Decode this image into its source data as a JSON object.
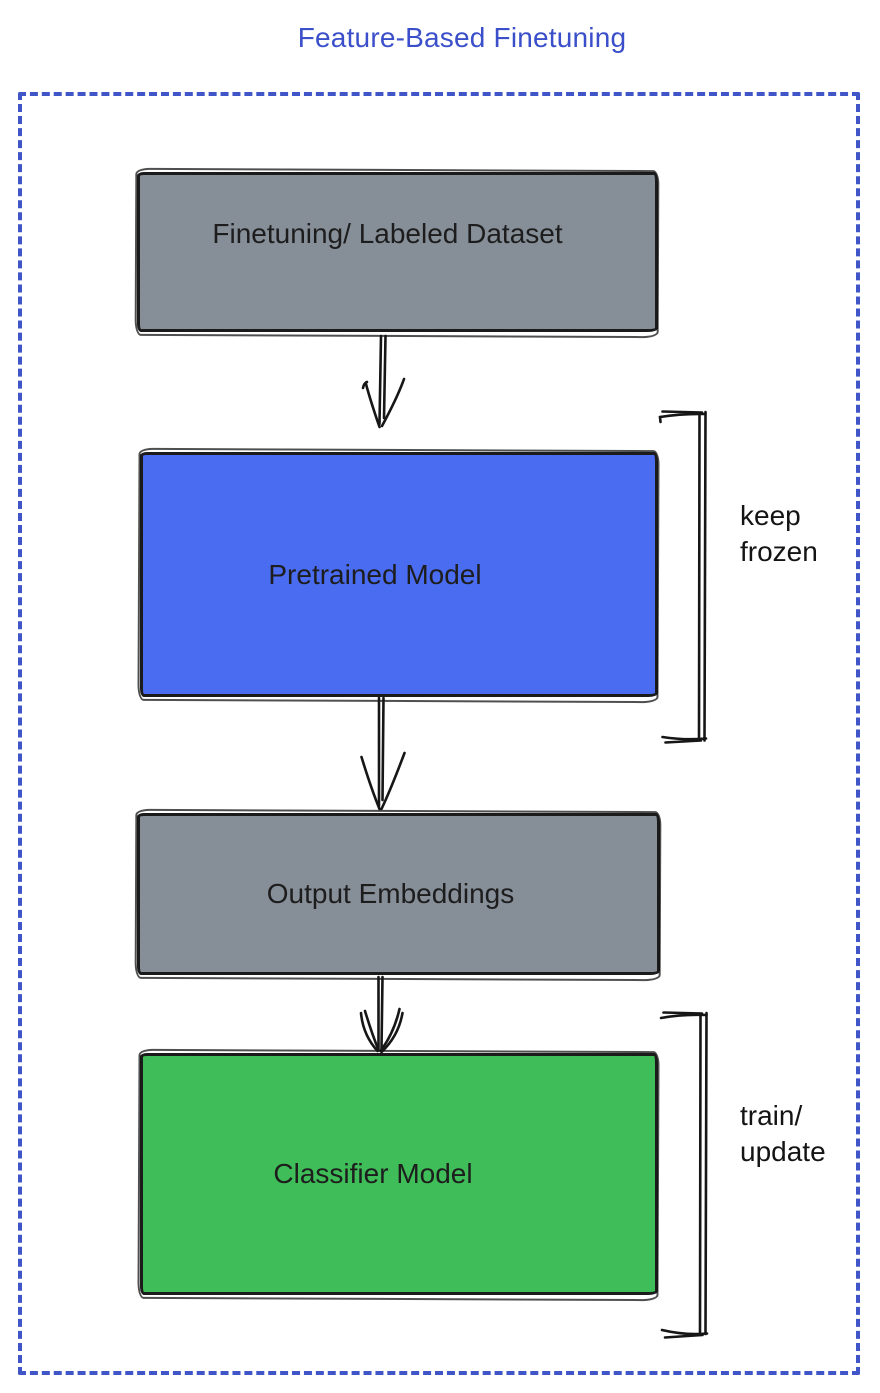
{
  "diagram": {
    "title": "Feature-Based Finetuning",
    "boxes": [
      {
        "id": "finetuning-dataset",
        "label": "Finetuning/ Labeled Dataset",
        "fill": "#868e98"
      },
      {
        "id": "pretrained-model",
        "label": "Pretrained Model",
        "fill": "#4a6cf0"
      },
      {
        "id": "output-embeddings",
        "label": "Output Embeddings",
        "fill": "#868e98"
      },
      {
        "id": "classifier-model",
        "label": "Classifier Model",
        "fill": "#3fbd58"
      }
    ],
    "connections": [
      {
        "from": "finetuning-dataset",
        "to": "pretrained-model",
        "style": "down-arrow"
      },
      {
        "from": "pretrained-model",
        "to": "output-embeddings",
        "style": "down-arrow"
      },
      {
        "from": "output-embeddings",
        "to": "classifier-model",
        "style": "down-arrow"
      }
    ],
    "annotations": [
      {
        "id": "keep-frozen",
        "target": "pretrained-model",
        "lines": [
          "keep",
          "frozen"
        ]
      },
      {
        "id": "train-update",
        "target": "classifier-model",
        "lines": [
          "train/",
          "update"
        ]
      }
    ],
    "colors": {
      "title_text": "#3a4fc9",
      "frame_dashed_blue": "#4055c8",
      "box_gray": "#868e98",
      "box_blue": "#4a6cf0",
      "box_green": "#3fbd58",
      "stroke_black": "#161616",
      "label_text": "#1d1d1d",
      "background": "#ffffff"
    }
  }
}
